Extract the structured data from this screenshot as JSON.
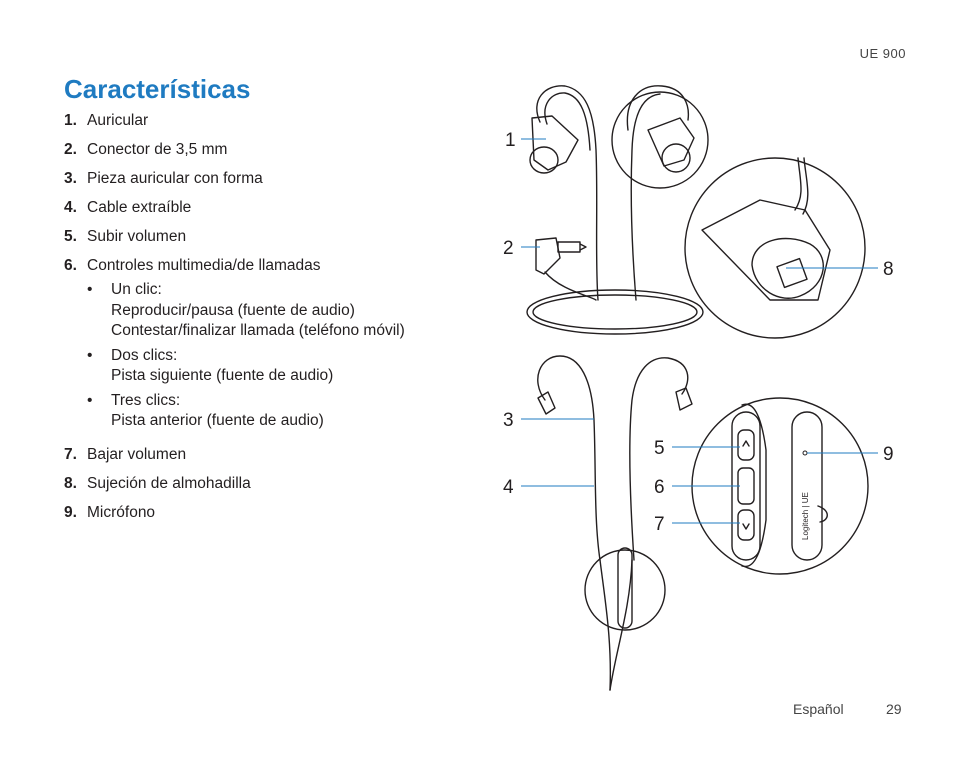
{
  "header": {
    "model": "UE 900"
  },
  "title": "Características",
  "features": [
    {
      "num": "1.",
      "label": "Auricular"
    },
    {
      "num": "2.",
      "label": "Conector de 3,5 mm"
    },
    {
      "num": "3.",
      "label": "Pieza auricular con forma"
    },
    {
      "num": "4.",
      "label": "Cable extraíble"
    },
    {
      "num": "5.",
      "label": "Subir volumen"
    },
    {
      "num": "6.",
      "label": "Controles multimedia/de llamadas",
      "actions": [
        {
          "bullet": "•",
          "press": "Un clic:",
          "lines": [
            "Reproducir/pausa (fuente de audio)",
            "Contestar/finalizar llamada (teléfono móvil)"
          ]
        },
        {
          "bullet": "•",
          "press": "Dos clics:",
          "lines": [
            "Pista siguiente (fuente de audio)"
          ]
        },
        {
          "bullet": "•",
          "press": "Tres clics:",
          "lines": [
            "Pista anterior (fuente de audio)"
          ]
        }
      ]
    },
    {
      "num": "7.",
      "label": "Bajar volumen"
    },
    {
      "num": "8.",
      "label": "Sujeción de almohadilla"
    },
    {
      "num": "9.",
      "label": "Micrófono"
    }
  ],
  "diagram": {
    "callouts": [
      "1",
      "2",
      "3",
      "4",
      "5",
      "6",
      "7",
      "8",
      "9"
    ],
    "logo_text": "Logitech | UE",
    "stroke_color": "#231f20",
    "leader_color": "#1f7bc1"
  },
  "footer": {
    "language": "Español",
    "page": "29"
  }
}
